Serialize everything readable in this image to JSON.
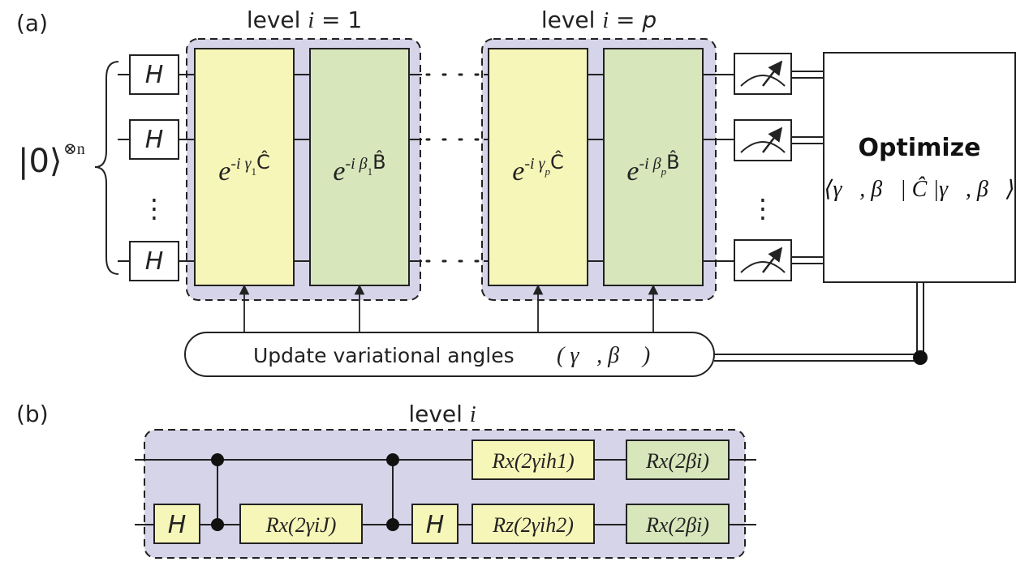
{
  "panel_a": {
    "label": "(a)",
    "level_first_prefix": "level ",
    "level_first_var": "i",
    "level_first_suffix": " = 1",
    "level_last_prefix": "level ",
    "level_last_var": "i",
    "level_last_suffix": " = ",
    "level_last_p": "p",
    "input_state": "|0⟩",
    "input_power": "⊗n",
    "hadamard": "H",
    "vdots": "⋮",
    "cost_gate_1": {
      "base": "e",
      "sup": "-i γ",
      "sub": "1",
      "op": "Ĉ"
    },
    "mixer_gate_1": {
      "base": "e",
      "sup": "-i β",
      "sub": "1",
      "op": "B̂"
    },
    "cost_gate_p": {
      "base": "e",
      "sup": "-i γ",
      "sub": "p",
      "op": "Ĉ"
    },
    "mixer_gate_p": {
      "base": "e",
      "sup": "-i β",
      "sub": "p",
      "op": "B̂"
    },
    "optimize_title": "Optimize",
    "optimize_expr": "⟨γ⃗, β⃗| Ĉ |γ⃗, β⃗⟩",
    "update_label": "Update variational angles",
    "update_params": "( γ⃗, β⃗ )"
  },
  "panel_b": {
    "label": "(b)",
    "level_prefix": "level ",
    "level_var": "i",
    "h_gate": "H",
    "rx_j": "Rx(2γiJ)",
    "rx_h1": "Rx(2γih1)",
    "rz_h2": "Rz(2γih2)",
    "rx_beta_top": "Rx(2βi)",
    "rx_beta_bottom": "Rx(2βi)"
  }
}
